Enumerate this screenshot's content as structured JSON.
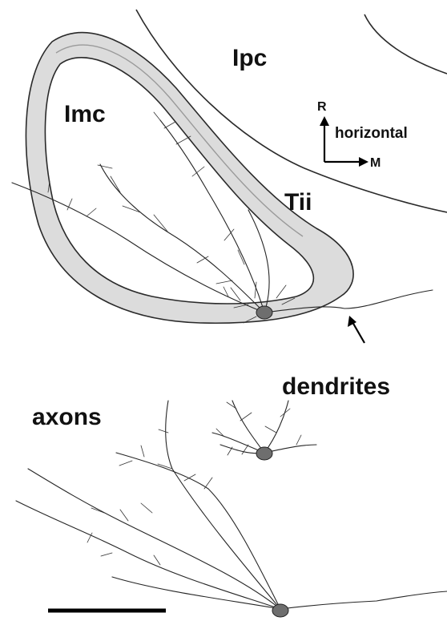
{
  "labels": {
    "ipc": "Ipc",
    "imc": "Imc",
    "tii": "Tii",
    "orientation_rostral": "R",
    "orientation_plane": "horizontal",
    "orientation_medial": "M",
    "dendrites": "dendrites",
    "axons": "axons"
  },
  "colors": {
    "band_fill": "#dcdcdc",
    "line": "#2a2a2a",
    "soma": "#6e6e6e"
  }
}
